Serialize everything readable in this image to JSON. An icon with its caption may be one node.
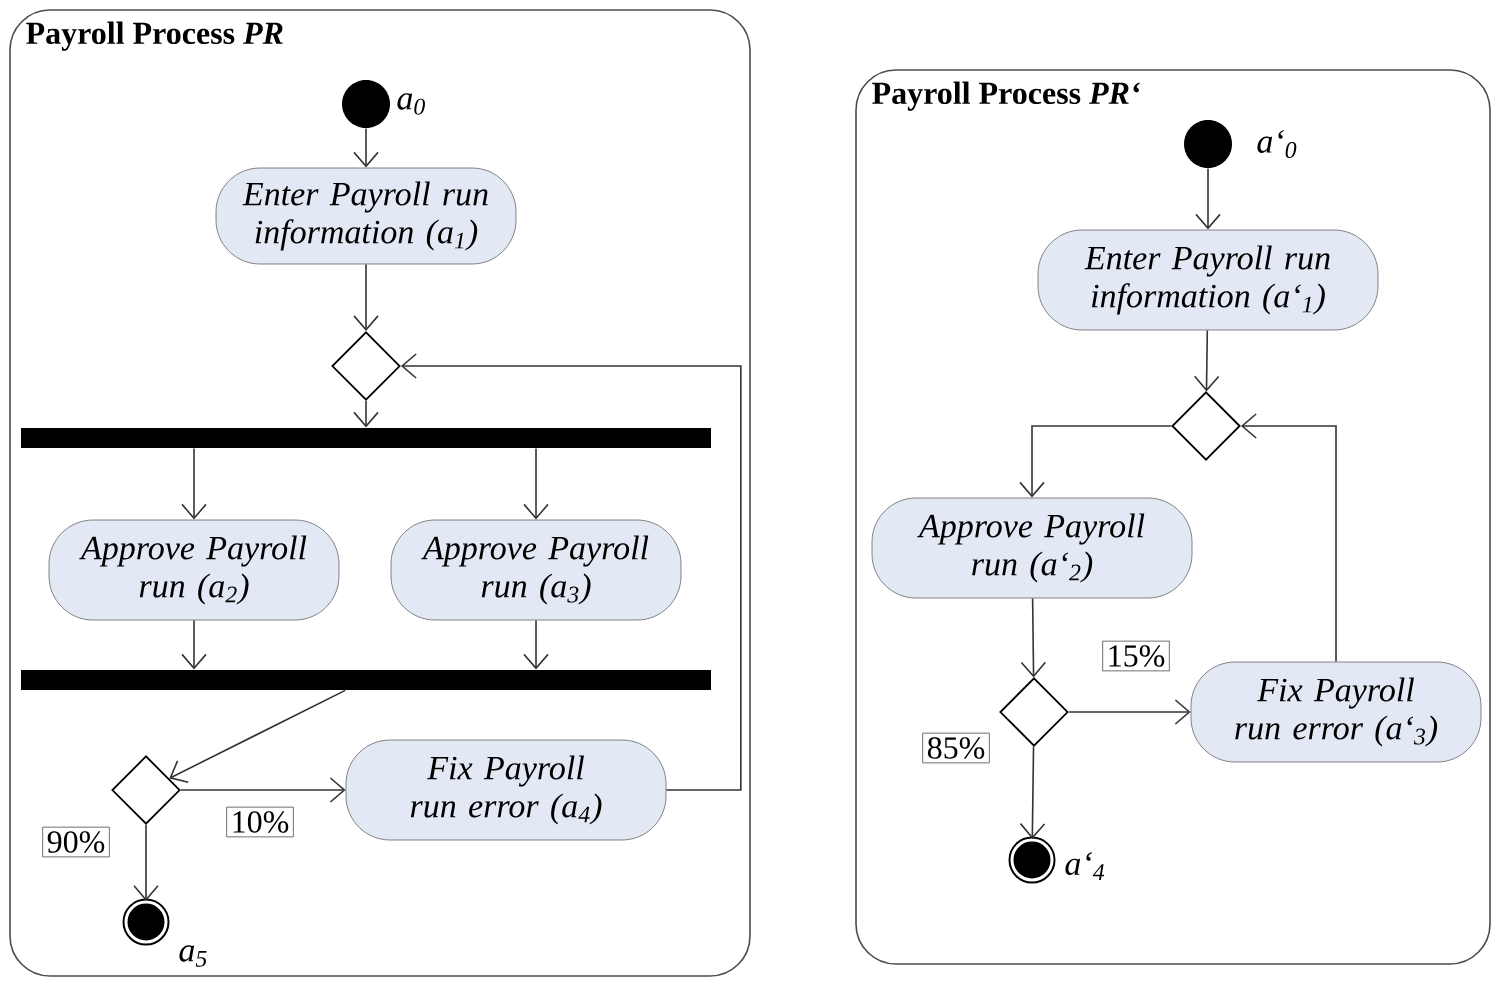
{
  "diagram": {
    "nodes": [
      {
        "text": [
          "Payroll Process *PR*"
        ]
      },
      {
        "text": [],
        "shape": "circle",
        "beside": [
          "a$_{0}$"
        ],
        "in": 0
      },
      {
        "text": [
          "Enter Payroll run information (a$_{1}$)"
        ],
        "in": 0
      },
      {
        "text": [],
        "shape": "diamond",
        "in": 0
      },
      {
        "text": [],
        "shape": "bar",
        "in": 0
      },
      {
        "text": [
          "Approve Payroll run (a$_{2}$)"
        ],
        "in": 0
      },
      {
        "text": [
          "Approve Payroll run (a$_{3}$)"
        ],
        "in": 0
      },
      {
        "text": [],
        "shape": "bar",
        "in": 0
      },
      {
        "text": [],
        "shape": "diamond",
        "in": 0
      },
      {
        "text": [
          "Fix Payroll run error (a$_{4}$)"
        ],
        "in": 0
      },
      {
        "text": [],
        "shape": "bullseye",
        "beside": [
          "a$_{5}$"
        ],
        "in": 0
      },
      {
        "text": [
          "Payroll Process *PR‘*"
        ]
      },
      {
        "text": [],
        "shape": "circle",
        "beside": [
          "a‘$_{0}$"
        ],
        "in": 11
      },
      {
        "text": [
          "Enter Payroll run information (a‘$_{1}$)"
        ],
        "in": 11
      },
      {
        "text": [],
        "shape": "diamond",
        "in": 11
      },
      {
        "text": [
          "Approve Payroll run (a‘$_{2}$)"
        ],
        "in": 11
      },
      {
        "text": [],
        "shape": "diamond",
        "in": 11
      },
      {
        "text": [
          "Fix Payroll run error (a‘$_{3}$)"
        ],
        "in": 11
      },
      {
        "text": [],
        "shape": "bullseye",
        "beside": [
          "a‘$_{4}$"
        ],
        "in": 11
      }
    ],
    "edges": [
      {
        "from": 1,
        "to": 2,
        "arrow": "to"
      },
      {
        "from": 2,
        "to": 3,
        "arrow": "to"
      },
      {
        "from": 3,
        "to": 4,
        "arrow": "to"
      },
      {
        "from": 4,
        "to": 5,
        "arrow": "to"
      },
      {
        "from": 4,
        "to": 6,
        "arrow": "to"
      },
      {
        "from": 5,
        "to": 7,
        "arrow": "to"
      },
      {
        "from": 6,
        "to": 7,
        "arrow": "to"
      },
      {
        "from": 7,
        "to": 8,
        "arrow": "to"
      },
      {
        "from": 8,
        "to": 9,
        "arrow": "to",
        "label": "10%"
      },
      {
        "from": 8,
        "to": 10,
        "arrow": "to",
        "label": "90%"
      },
      {
        "from": 9,
        "to": 3,
        "arrow": "to"
      },
      {
        "from": 12,
        "to": 13,
        "arrow": "to"
      },
      {
        "from": 13,
        "to": 14,
        "arrow": "to"
      },
      {
        "from": 14,
        "to": 15,
        "arrow": "to"
      },
      {
        "from": 15,
        "to": 16,
        "arrow": "to"
      },
      {
        "from": 16,
        "to": 17,
        "arrow": "to",
        "label": "15%"
      },
      {
        "from": 16,
        "to": 18,
        "arrow": "to",
        "label": "85%"
      },
      {
        "from": 17,
        "to": 14,
        "arrow": "to"
      }
    ]
  }
}
